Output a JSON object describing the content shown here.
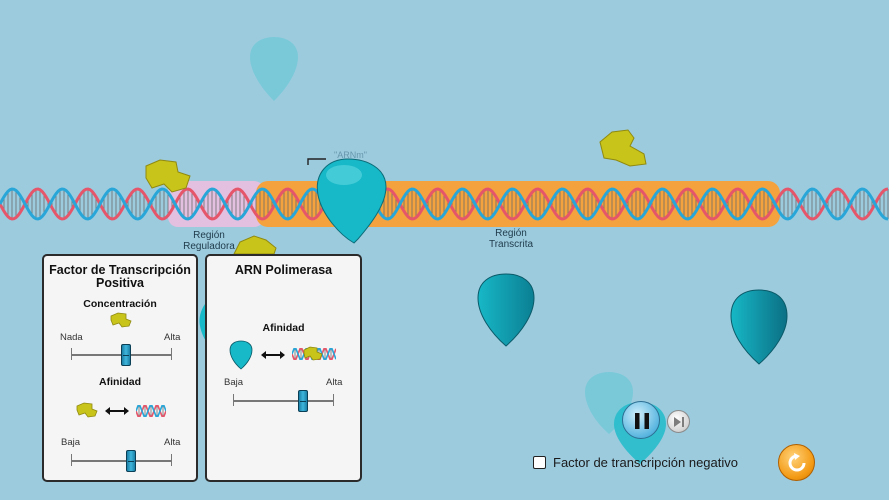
{
  "scene": {
    "regions": {
      "regulatory_label": "Región\nReguladora",
      "transcribed_label": "Región\nTranscrita"
    },
    "polymerase_tag": "\"ARNm\""
  },
  "positive_tf_panel": {
    "title": "Factor de Transcripción\nPositiva",
    "concentration": {
      "label": "Concentración",
      "min_label": "Nada",
      "max_label": "Alta",
      "value_fraction": 0.55
    },
    "affinity": {
      "label": "Afinidad",
      "min_label": "Baja",
      "max_label": "Alta",
      "value_fraction": 0.6
    }
  },
  "rna_polymerase_panel": {
    "title": "ARN Polimerasa",
    "affinity": {
      "label": "Afinidad",
      "min_label": "Baja",
      "max_label": "Alta",
      "value_fraction": 0.7
    }
  },
  "controls": {
    "negative_tf_checkbox": {
      "label": "Factor de transcripción negativo",
      "checked": false
    },
    "pause_button": "pause-icon",
    "step_button": "step-forward-icon",
    "reset_button": "reset-icon"
  },
  "colors": {
    "background": "#9ccbde",
    "regulatory_region": "#e3bfe0",
    "transcribed_region": "#f4a23d",
    "dna_blue": "#29a6d8",
    "dna_red": "#e5566b",
    "polymerase": "#17b8c7",
    "transcription_factor": "#c9c41a",
    "reset_button": "#f39a14"
  }
}
